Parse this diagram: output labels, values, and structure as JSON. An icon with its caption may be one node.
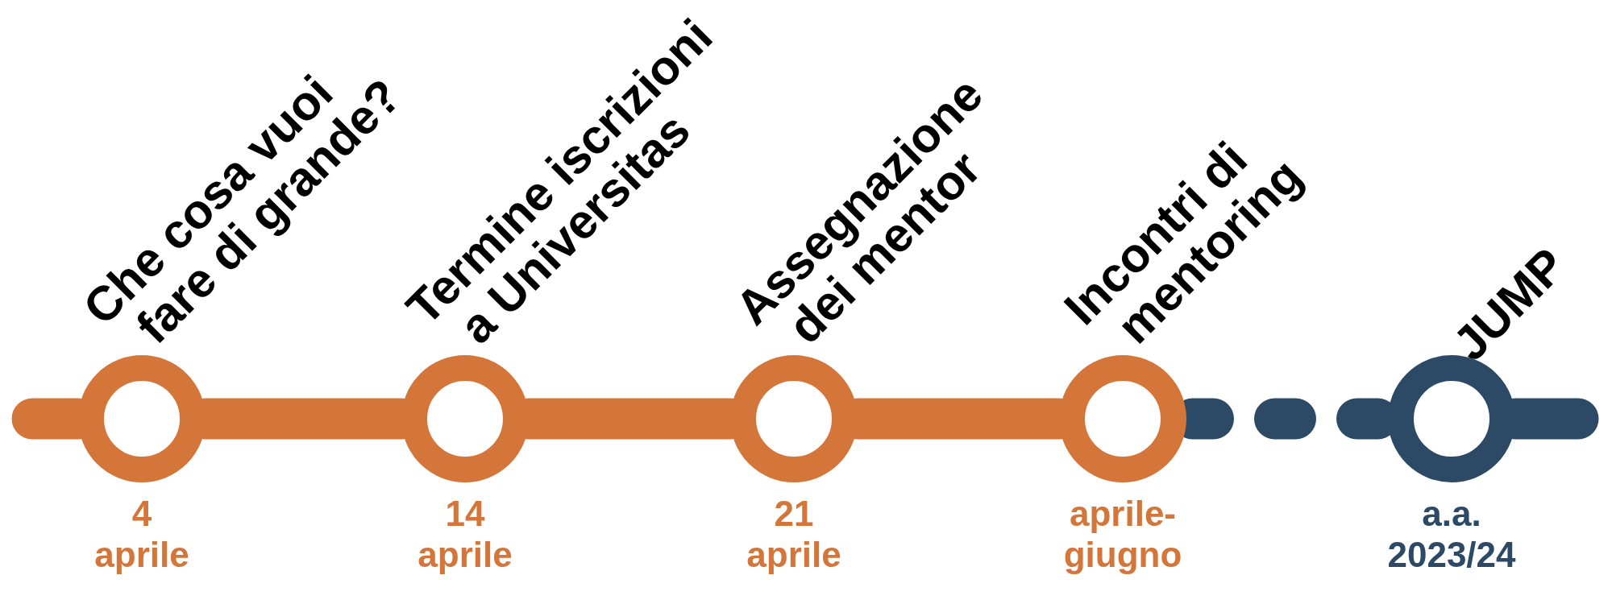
{
  "diagram": {
    "nodes": [
      {
        "text": [
          "Che cosa vuoi fare di grande?"
        ],
        "beside": [
          "4 aprile"
        ]
      },
      {
        "text": [
          "Termine iscrizioni a Universitas"
        ],
        "beside": [
          "14 aprile"
        ]
      },
      {
        "text": [
          "Assegnazione dei mentor"
        ],
        "beside": [
          "21 aprile"
        ]
      },
      {
        "text": [
          "Incontri di mentoring"
        ],
        "beside": [
          "aprile-giugno"
        ]
      },
      {
        "text": [
          "JUMP"
        ],
        "beside": [
          "a.a. 2023/24"
        ]
      }
    ],
    "edges": [
      {
        "from": null,
        "to": 0,
        "arrow": "none"
      },
      {
        "from": 0,
        "to": 1,
        "arrow": "none"
      },
      {
        "from": 1,
        "to": 2,
        "arrow": "none"
      },
      {
        "from": 2,
        "to": 3,
        "arrow": "none"
      },
      {
        "from": 3,
        "to": 4,
        "arrow": "none",
        "style": "dashed",
        "color": "#2c4a66"
      },
      {
        "from": 4,
        "to": null,
        "arrow": "none",
        "color": "#2c4a66"
      }
    ]
  }
}
